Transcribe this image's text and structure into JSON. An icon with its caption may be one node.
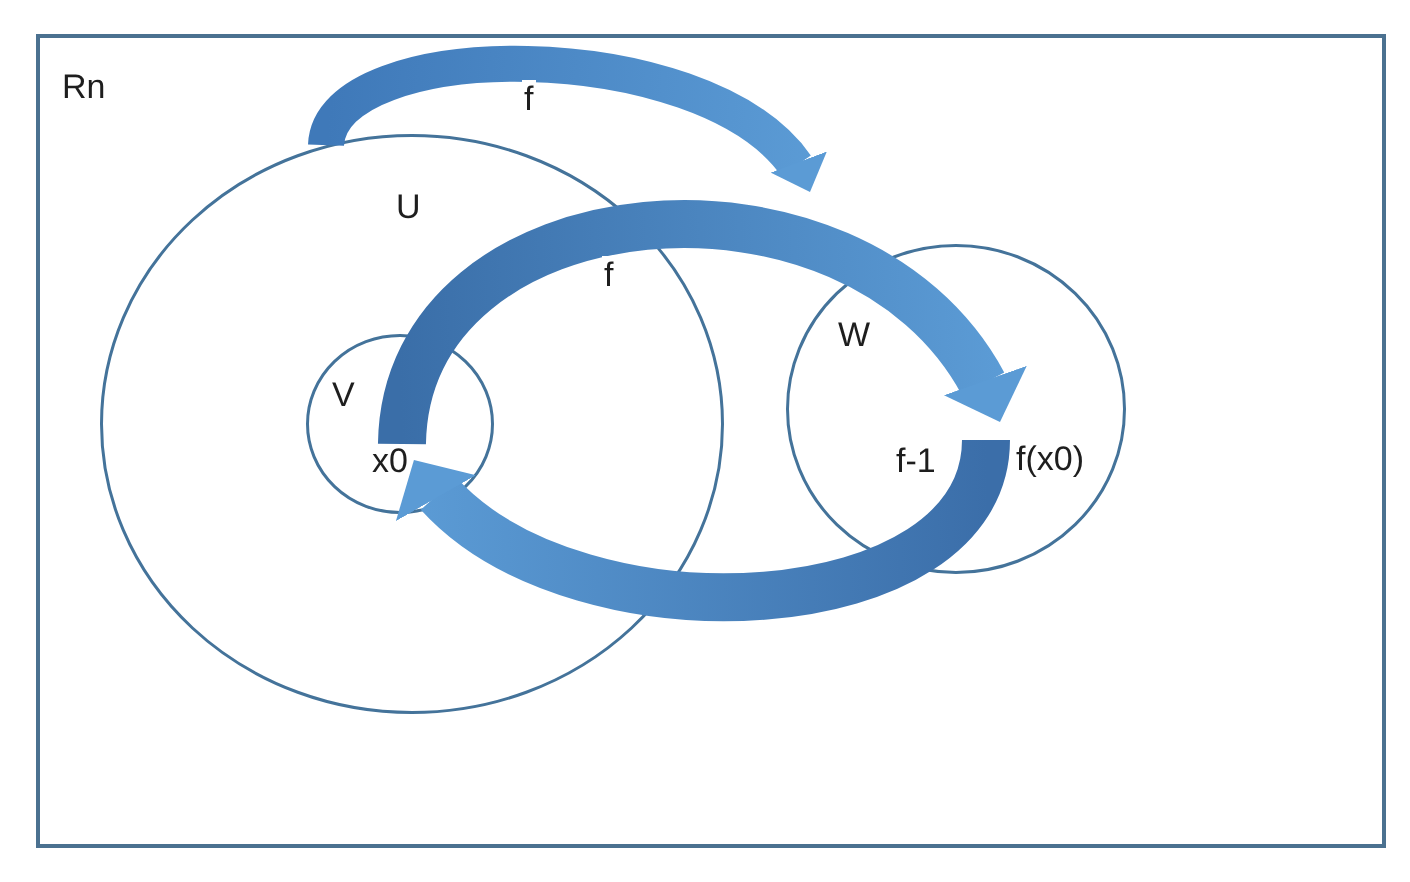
{
  "diagram": {
    "nodes": [
      {
        "text": [
          "Rn"
        ]
      },
      {
        "text": [
          "U"
        ],
        "in": 0
      },
      {
        "text": [
          "V"
        ],
        "in": 1
      },
      {
        "text": [
          "x0"
        ],
        "in": 2
      },
      {
        "text": [
          "W"
        ],
        "in": 0
      },
      {
        "text": [
          "f(x0)"
        ],
        "in": 4
      }
    ],
    "edges": [
      {
        "from": 1,
        "to": 4,
        "arrow": "to",
        "label": "f"
      },
      {
        "from": 3,
        "to": 5,
        "arrow": "to",
        "label": "f"
      },
      {
        "from": 5,
        "to": 3,
        "arrow": "to",
        "label": "f-1"
      }
    ]
  }
}
